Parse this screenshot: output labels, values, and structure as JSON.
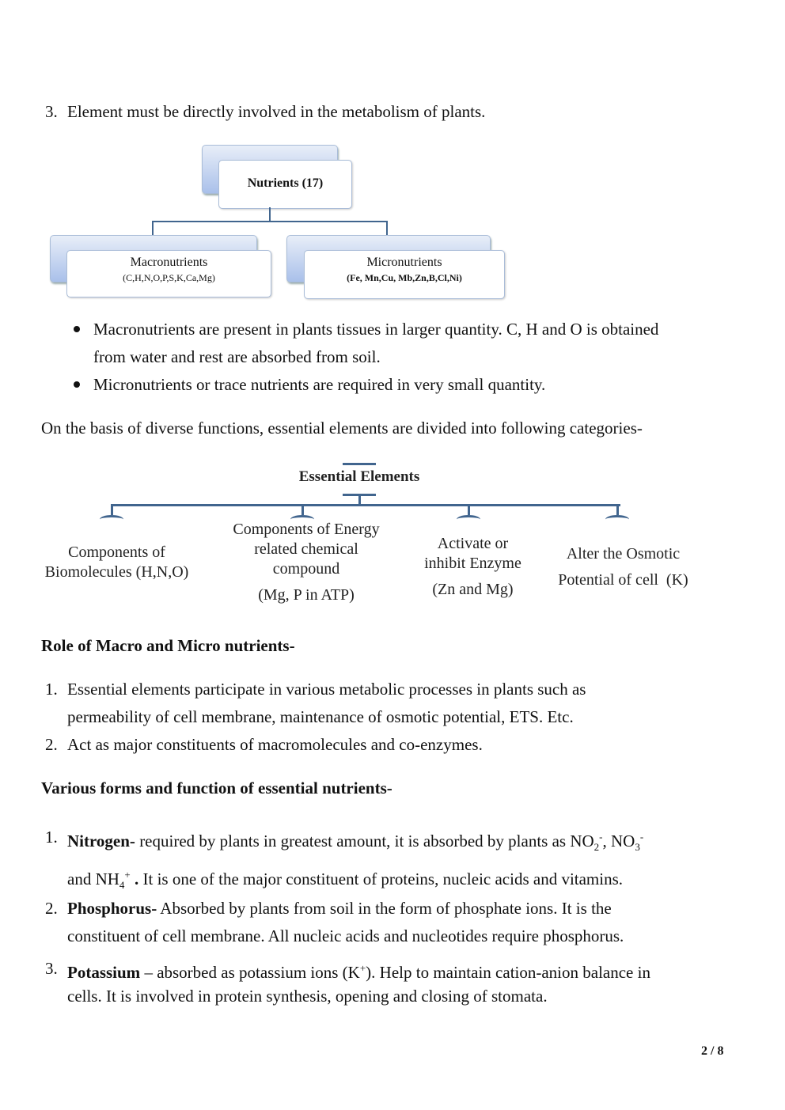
{
  "intro_item": {
    "number": "3.",
    "text": "Element must be directly involved in the metabolism of plants."
  },
  "nutrients_diagram": {
    "root": "Nutrients (17)",
    "children": [
      {
        "title": "Macronutrients",
        "elements": "(C,H,N,O,P,S,K,Ca,Mg)"
      },
      {
        "title": "Micronutrients",
        "elements": "(Fe, Mn,Cu, Mb,Zn,B,Cl,Ni)"
      }
    ]
  },
  "bullets": [
    {
      "line1": "Macronutrients are present in plants tissues in larger quantity. C, H and O is obtained",
      "line2": "from water and rest are absorbed from soil."
    },
    {
      "line1": "Micronutrients or trace nutrients are required in very small quantity."
    }
  ],
  "categories_intro": "On the basis of diverse functions, essential elements are divided into following categories-",
  "essential_diagram": {
    "root": "Essential Elements",
    "children": [
      {
        "lines": [
          "Components of",
          "Biomolecules (H,N,O)"
        ]
      },
      {
        "lines": [
          "Components of Energy",
          "related chemical",
          "compound",
          "(Mg, P in ATP)"
        ]
      },
      {
        "lines": [
          "Activate or",
          "inhibit Enzyme",
          "(Zn and Mg)"
        ]
      },
      {
        "lines": [
          "Alter the Osmotic",
          "Potential of cell  (K)"
        ]
      }
    ]
  },
  "role_heading": "Role of Macro and Micro nutrients-",
  "role_items": [
    {
      "number": "1.",
      "line1": "Essential elements participate in various metabolic processes in plants such as",
      "line2": "permeability of cell membrane, maintenance of osmotic potential, ETS. Etc."
    },
    {
      "number": "2.",
      "line1": "Act as major constituents of macromolecules and co-enzymes."
    }
  ],
  "forms_heading": "Various forms and function of essential nutrients-",
  "forms_items": [
    {
      "number": "1.",
      "bold": "Nitrogen-",
      "line1": " required by plants in greatest amount, it is absorbed by plants as NO",
      "sub1": "2",
      "sup1": "-",
      "mid": ", NO",
      "sub2": "3",
      "sup2": "-",
      "line2a": "and NH",
      "sub3": "4",
      "sup3": "+",
      "line2b": " . ",
      "line2c": "It is one of the major constituent of proteins, nucleic acids and vitamins."
    },
    {
      "number": "2.",
      "bold": "Phosphorus-",
      "line1": " Absorbed by plants from soil in the form of phosphate ions. It is the",
      "line2": "constituent of cell membrane. All nucleic acids and nucleotides require phosphorus."
    },
    {
      "number": "3.",
      "bold": "Potassium",
      "line1a": " – absorbed as potassium ions (K",
      "sup": "+",
      "line1b": "). Help to maintain cation-anion balance in",
      "line2": "cells. It is involved in protein synthesis, opening and closing of stomata."
    }
  ],
  "page_number": "2 / 8"
}
